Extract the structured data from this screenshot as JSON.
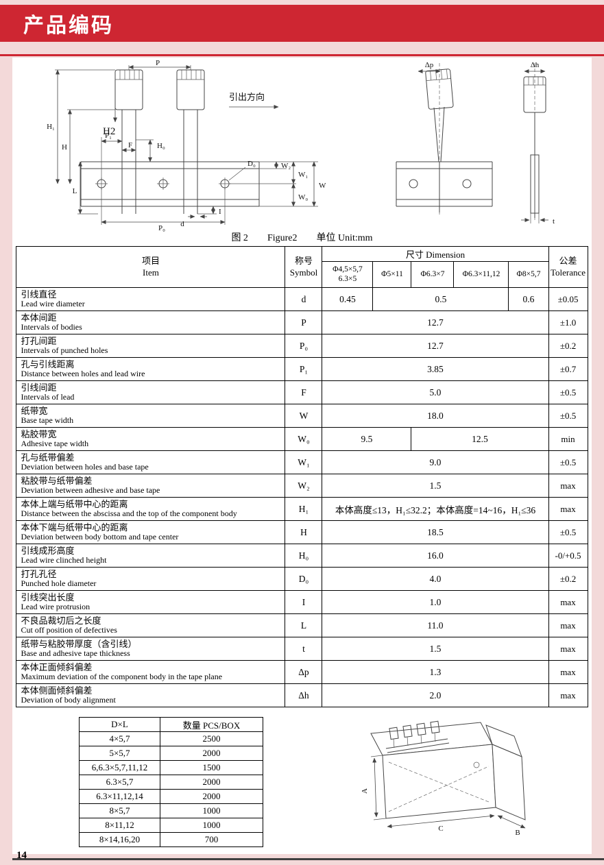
{
  "colors": {
    "banner_red": "#ce2632",
    "page_pink": "#f3d9d9",
    "footer_line": "#3f3f3f"
  },
  "page": {
    "title": "产品编码",
    "page_number": "14"
  },
  "figure": {
    "caption_zh": "图 2",
    "caption_fig": "Figure2",
    "caption_unit": "单位 Unit:mm",
    "labels": {
      "P": "P",
      "H1": "H₁",
      "H2": "H2",
      "H": "H",
      "L": "L",
      "P1": "P₁",
      "F": "F",
      "H0": "H₀",
      "W2": "W₂",
      "W1": "W₁",
      "W0": "W₀",
      "W": "W",
      "P0": "P₀",
      "d": "d",
      "I": "I",
      "D0": "D₀",
      "direction": "引出方向",
      "dp": "Δp",
      "dh": "Δh",
      "t": "t"
    }
  },
  "main_table": {
    "header": {
      "item": "项目",
      "item_en": "Item",
      "symbol": "称号",
      "symbol_en": "Symbol",
      "dimension": "尺寸 Dimension",
      "tolerance": "公差",
      "tolerance_en": "Tolerance",
      "dim_cols": [
        "Φ4,5×5,7\n6.3×5",
        "Φ5×11",
        "Φ6.3×7",
        "Φ6.3×11,12",
        "Φ8×5,7"
      ]
    },
    "rows": [
      {
        "cn": "引线直径",
        "en": "Lead wire diameter",
        "sym": "d",
        "cells": [
          {
            "t": "0.45",
            "s": 1
          },
          {
            "t": "0.5",
            "s": 3
          },
          {
            "t": "0.6",
            "s": 1
          }
        ],
        "tol": "±0.05"
      },
      {
        "cn": "本体间距",
        "en": "Intervals of bodies",
        "sym": "P",
        "cells": [
          {
            "t": "12.7",
            "s": 5
          }
        ],
        "tol": "±1.0"
      },
      {
        "cn": "打孔间距",
        "en": "Intervals of punched holes",
        "sym": "P₀",
        "cells": [
          {
            "t": "12.7",
            "s": 5
          }
        ],
        "tol": "±0.2"
      },
      {
        "cn": "孔与引线距离",
        "en": "Distance between holes and lead wire",
        "sym": "P₁",
        "cells": [
          {
            "t": "3.85",
            "s": 5
          }
        ],
        "tol": "±0.7"
      },
      {
        "cn": "引线间距",
        "en": "Intervals of lead",
        "sym": "F",
        "cells": [
          {
            "t": "5.0",
            "s": 5
          }
        ],
        "tol": "±0.5"
      },
      {
        "cn": "纸带宽",
        "en": "Base tape width",
        "sym": "W",
        "cells": [
          {
            "t": "18.0",
            "s": 5
          }
        ],
        "tol": "±0.5"
      },
      {
        "cn": "粘胶带宽",
        "en": "Adhesive tape width",
        "sym": "W₀",
        "cells": [
          {
            "t": "9.5",
            "s": 2
          },
          {
            "t": "12.5",
            "s": 3
          }
        ],
        "tol": "min"
      },
      {
        "cn": "孔与纸带偏差",
        "en": "Deviation between holes and base tape",
        "sym": "W₁",
        "cells": [
          {
            "t": "9.0",
            "s": 5
          }
        ],
        "tol": "±0.5"
      },
      {
        "cn": "粘胶带与纸带偏差",
        "en": "Deviation between adhesive and base tape",
        "sym": "W₂",
        "cells": [
          {
            "t": "1.5",
            "s": 5
          }
        ],
        "tol": "max"
      },
      {
        "cn": "本体上端与纸带中心的距离",
        "en": "Distance between the abscissa and the top of the component body",
        "sym": "H₁",
        "cells": [
          {
            "t": "本体高度≤13，H₁≤32.2；本体高度=14~16，H₁≤36",
            "s": 5
          }
        ],
        "tol": "max"
      },
      {
        "cn": "本体下端与纸带中心的距离",
        "en": "Deviation between body bottom and tape center",
        "sym": "H",
        "cells": [
          {
            "t": "18.5",
            "s": 5
          }
        ],
        "tol": "±0.5"
      },
      {
        "cn": "引线成形高度",
        "en": "Lead wire clinched height",
        "sym": "H₀",
        "cells": [
          {
            "t": "16.0",
            "s": 5
          }
        ],
        "tol": "-0/+0.5"
      },
      {
        "cn": "打孔孔径",
        "en": "Punched hole diameter",
        "sym": "D₀",
        "cells": [
          {
            "t": "4.0",
            "s": 5
          }
        ],
        "tol": "±0.2"
      },
      {
        "cn": "引线突出长度",
        "en": "Lead wire protrusion",
        "sym": "I",
        "cells": [
          {
            "t": "1.0",
            "s": 5
          }
        ],
        "tol": "max"
      },
      {
        "cn": "不良品裁切后之长度",
        "en": "Cut off position of defectives",
        "sym": "L",
        "cells": [
          {
            "t": "11.0",
            "s": 5
          }
        ],
        "tol": "max"
      },
      {
        "cn": "纸带与粘胶带厚度（含引线）",
        "en": "Base and adhesive tape thickness",
        "sym": "t",
        "cells": [
          {
            "t": "1.5",
            "s": 5
          }
        ],
        "tol": "max"
      },
      {
        "cn": "本体正面倾斜偏差",
        "en": "Maximum deviation of the component body in the tape plane",
        "sym": "Δp",
        "cells": [
          {
            "t": "1.3",
            "s": 5
          }
        ],
        "tol": "max"
      },
      {
        "cn": "本体侧面倾斜偏差",
        "en": "Deviation of body alignment",
        "sym": "Δh",
        "cells": [
          {
            "t": "2.0",
            "s": 5
          }
        ],
        "tol": "max"
      }
    ]
  },
  "box_table": {
    "header_dxl": "D×L",
    "header_qty": "数量  PCS/BOX",
    "rows": [
      [
        "4×5,7",
        "2500"
      ],
      [
        "5×5,7",
        "2000"
      ],
      [
        "6,6.3×5,7,11,12",
        "1500"
      ],
      [
        "6.3×5,7",
        "2000"
      ],
      [
        "6.3×11,12,14",
        "2000"
      ],
      [
        "8×5,7",
        "1000"
      ],
      [
        "8×11,12",
        "1000"
      ],
      [
        "8×14,16,20",
        "700"
      ]
    ]
  },
  "box_diagram": {
    "a": "A",
    "b": "B",
    "c": "C"
  }
}
